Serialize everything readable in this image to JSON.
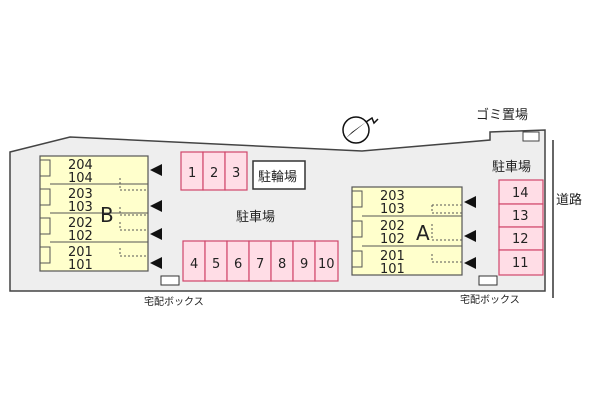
{
  "colors": {
    "lot": "#eeeeee",
    "lot_border": "#444444",
    "building": "#ffffcc",
    "building_border": "#555555",
    "parking": "#ffdde6",
    "parking_border": "#d0466b",
    "marker": "#111111"
  },
  "icons": {
    "north_arrow": "compass-north-icon",
    "entrance": "triangle-entrance-icon"
  },
  "labels": {
    "garbage": "ゴミ置場",
    "parking_center": "駐車場",
    "parking_right": "駐車場",
    "road": "道路",
    "bicycle": "駐輪場",
    "delivery_left": "宅配ボックス",
    "delivery_right": "宅配ボックス"
  },
  "building_b": {
    "name": "B",
    "rows": [
      {
        "top": "204",
        "bottom": "104"
      },
      {
        "top": "203",
        "bottom": "103"
      },
      {
        "top": "202",
        "bottom": "102"
      },
      {
        "top": "201",
        "bottom": "101"
      }
    ]
  },
  "building_a": {
    "name": "A",
    "rows": [
      {
        "top": "203",
        "bottom": "103"
      },
      {
        "top": "202",
        "bottom": "102"
      },
      {
        "top": "201",
        "bottom": "101"
      }
    ]
  },
  "parking_top": [
    "1",
    "2",
    "3"
  ],
  "parking_bottom": [
    "4",
    "5",
    "6",
    "7",
    "8",
    "9",
    "10"
  ],
  "parking_right_spaces": [
    "14",
    "13",
    "12",
    "11"
  ]
}
